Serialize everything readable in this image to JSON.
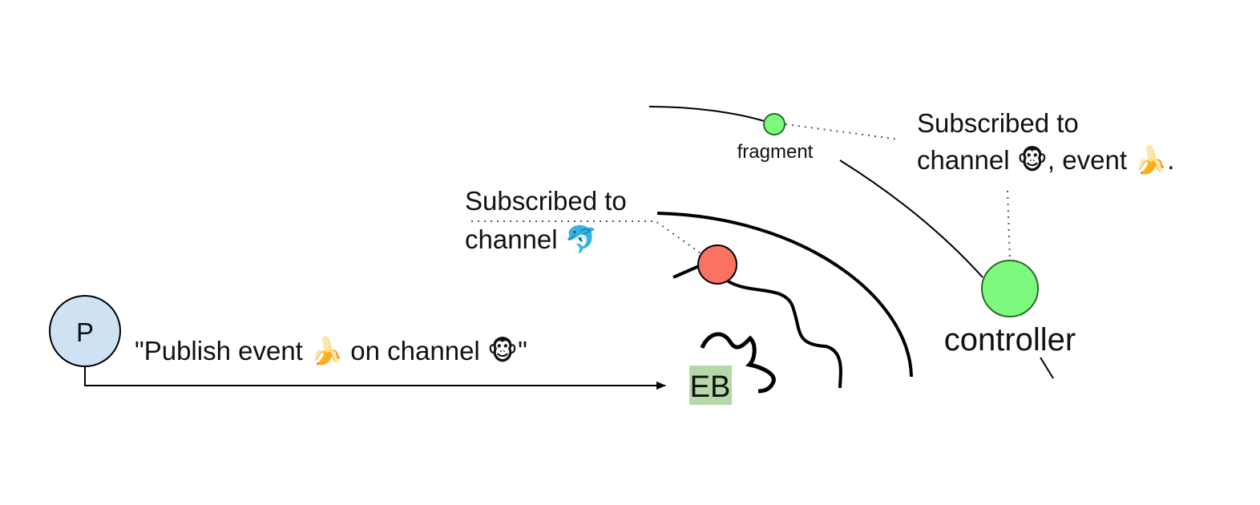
{
  "diagram": {
    "nodes": {
      "publisher": {
        "label": "P",
        "color": "#cfe2f3"
      },
      "event_bus": {
        "label": "EB",
        "color": "#b6d7a8"
      },
      "subscriber_red": {
        "color": "#fa7262"
      },
      "fragment": {
        "label": "fragment",
        "color": "#7dfa7d"
      },
      "controller": {
        "label": "controller",
        "color": "#7dfa7d"
      }
    },
    "annotations": {
      "publish": {
        "text_before": "\"Publish event ",
        "event_icon": "🍌",
        "text_middle": " on channel ",
        "channel_icon": "🐵",
        "text_after": "\""
      },
      "dolphin_sub": {
        "line1": "Subscribed to",
        "line2_text": "channel ",
        "channel_icon": "🐬"
      },
      "monkey_sub": {
        "line1": "Subscribed to",
        "line2_text_before": "channel ",
        "channel_icon": "🐵",
        "line2_text_middle": ", event ",
        "event_icon": "🍌",
        "line2_text_after": "."
      }
    },
    "icons": {
      "banana": "banana-icon",
      "monkey": "monkey-icon",
      "dolphin": "dolphin-icon"
    }
  }
}
